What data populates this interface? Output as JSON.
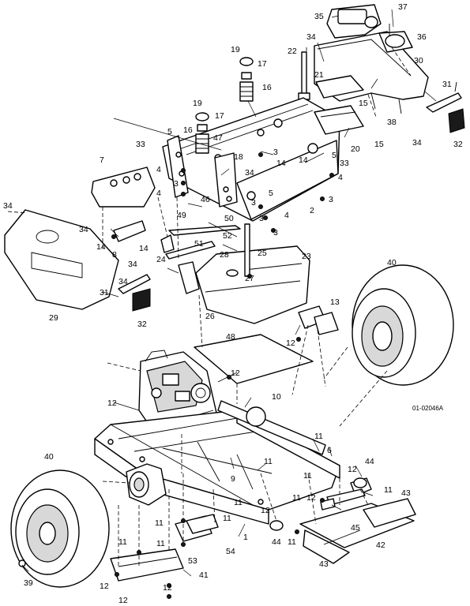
{
  "drawing": {
    "reference_code": "01-02046A",
    "callouts": [
      {
        "id": "c1",
        "text": "1"
      },
      {
        "id": "c2",
        "text": "2"
      },
      {
        "id": "c3a",
        "text": "3"
      },
      {
        "id": "c3b",
        "text": "3"
      },
      {
        "id": "c3c",
        "text": "3"
      },
      {
        "id": "c3d",
        "text": "3"
      },
      {
        "id": "c3e",
        "text": "3"
      },
      {
        "id": "c3f",
        "text": "3"
      },
      {
        "id": "c4a",
        "text": "4"
      },
      {
        "id": "c4b",
        "text": "4"
      },
      {
        "id": "c4c",
        "text": "4"
      },
      {
        "id": "c4d",
        "text": "4"
      },
      {
        "id": "c5a",
        "text": "5"
      },
      {
        "id": "c5b",
        "text": "5"
      },
      {
        "id": "c5c",
        "text": "5"
      },
      {
        "id": "c6",
        "text": "6"
      },
      {
        "id": "c7",
        "text": "7"
      },
      {
        "id": "c8",
        "text": "8"
      },
      {
        "id": "c9",
        "text": "9"
      },
      {
        "id": "c10",
        "text": "10"
      },
      {
        "id": "c11a",
        "text": "11"
      },
      {
        "id": "c11b",
        "text": "11"
      },
      {
        "id": "c11c",
        "text": "11"
      },
      {
        "id": "c11d",
        "text": "11"
      },
      {
        "id": "c11e",
        "text": "11"
      },
      {
        "id": "c11f",
        "text": "11"
      },
      {
        "id": "c11g",
        "text": "11"
      },
      {
        "id": "c11h",
        "text": "11"
      },
      {
        "id": "c11i",
        "text": "11"
      },
      {
        "id": "c11j",
        "text": "11"
      },
      {
        "id": "c11k",
        "text": "11"
      },
      {
        "id": "c12a",
        "text": "12"
      },
      {
        "id": "c12b",
        "text": "12"
      },
      {
        "id": "c12c",
        "text": "12"
      },
      {
        "id": "c12d",
        "text": "12"
      },
      {
        "id": "c12e",
        "text": "12"
      },
      {
        "id": "c12f",
        "text": "12"
      },
      {
        "id": "c12g",
        "text": "12"
      },
      {
        "id": "c12h",
        "text": "12"
      },
      {
        "id": "c12i",
        "text": "12"
      },
      {
        "id": "c13",
        "text": "13"
      },
      {
        "id": "c14a",
        "text": "14"
      },
      {
        "id": "c14b",
        "text": "14"
      },
      {
        "id": "c14c",
        "text": "14"
      },
      {
        "id": "c14d",
        "text": "14"
      },
      {
        "id": "c15a",
        "text": "15"
      },
      {
        "id": "c15b",
        "text": "15"
      },
      {
        "id": "c16a",
        "text": "16"
      },
      {
        "id": "c16b",
        "text": "16"
      },
      {
        "id": "c17a",
        "text": "17"
      },
      {
        "id": "c17b",
        "text": "17"
      },
      {
        "id": "c18",
        "text": "18"
      },
      {
        "id": "c19a",
        "text": "19"
      },
      {
        "id": "c19b",
        "text": "19"
      },
      {
        "id": "c20",
        "text": "20"
      },
      {
        "id": "c21",
        "text": "21"
      },
      {
        "id": "c22",
        "text": "22"
      },
      {
        "id": "c23",
        "text": "23"
      },
      {
        "id": "c24",
        "text": "24"
      },
      {
        "id": "c25",
        "text": "25"
      },
      {
        "id": "c26",
        "text": "26"
      },
      {
        "id": "c27",
        "text": "27"
      },
      {
        "id": "c28",
        "text": "28"
      },
      {
        "id": "c29",
        "text": "29"
      },
      {
        "id": "c30",
        "text": "30"
      },
      {
        "id": "c31a",
        "text": "31"
      },
      {
        "id": "c31b",
        "text": "31"
      },
      {
        "id": "c32a",
        "text": "32"
      },
      {
        "id": "c32b",
        "text": "32"
      },
      {
        "id": "c33a",
        "text": "33"
      },
      {
        "id": "c33b",
        "text": "33"
      },
      {
        "id": "c34a",
        "text": "34"
      },
      {
        "id": "c34b",
        "text": "34"
      },
      {
        "id": "c34c",
        "text": "34"
      },
      {
        "id": "c34d",
        "text": "34"
      },
      {
        "id": "c34e",
        "text": "34"
      },
      {
        "id": "c34f",
        "text": "34"
      },
      {
        "id": "c34g",
        "text": "34"
      },
      {
        "id": "c35",
        "text": "35"
      },
      {
        "id": "c36",
        "text": "36"
      },
      {
        "id": "c37",
        "text": "37"
      },
      {
        "id": "c38",
        "text": "38"
      },
      {
        "id": "c39",
        "text": "39"
      },
      {
        "id": "c40a",
        "text": "40"
      },
      {
        "id": "c40b",
        "text": "40"
      },
      {
        "id": "c41",
        "text": "41"
      },
      {
        "id": "c42",
        "text": "42"
      },
      {
        "id": "c43a",
        "text": "43"
      },
      {
        "id": "c43b",
        "text": "43"
      },
      {
        "id": "c44a",
        "text": "44"
      },
      {
        "id": "c44b",
        "text": "44"
      },
      {
        "id": "c45",
        "text": "45"
      },
      {
        "id": "c46",
        "text": "46"
      },
      {
        "id": "c47",
        "text": "47"
      },
      {
        "id": "c48",
        "text": "48"
      },
      {
        "id": "c49",
        "text": "49"
      },
      {
        "id": "c50",
        "text": "50"
      },
      {
        "id": "c51",
        "text": "51"
      },
      {
        "id": "c52",
        "text": "52"
      },
      {
        "id": "c53",
        "text": "53"
      },
      {
        "id": "c54",
        "text": "54"
      }
    ]
  }
}
